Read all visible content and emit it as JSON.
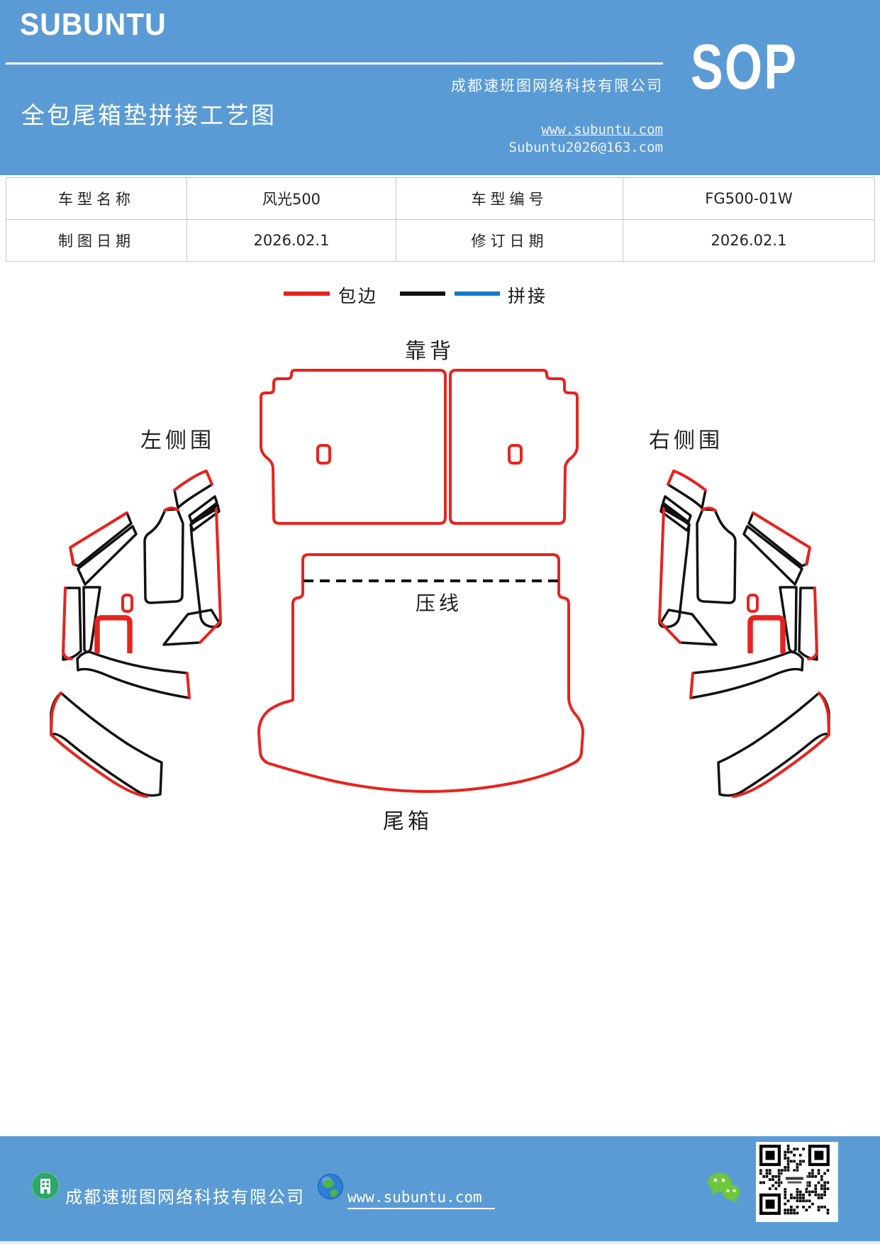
{
  "header": {
    "logo": "SUBUNTU",
    "title": "全包尾箱垫拼接工艺图",
    "company": "成都速班图网络科技有限公司",
    "website": "www.subuntu.com",
    "email": "Subuntu2026@163.com",
    "badge": "SOP"
  },
  "info_table": {
    "rows": [
      [
        "车型名称",
        "风光500",
        "车型编号",
        "FG500-01W"
      ],
      [
        "制图日期",
        "2026.02.1",
        "修订日期",
        "2026.02.1"
      ]
    ]
  },
  "legend": {
    "items": [
      {
        "label": "包边",
        "colors": [
          "#e8231e"
        ]
      },
      {
        "label": "拼接",
        "colors": [
          "#111111",
          "#1679c8"
        ]
      }
    ]
  },
  "diagram": {
    "labels": {
      "backrest": "靠背",
      "left_side": "左侧围",
      "right_side": "右侧围",
      "press_line": "压线",
      "trunk": "尾箱"
    },
    "line_colors": {
      "edge_wrap": "#e8231e",
      "stitch_black": "#111111",
      "stitch_blue": "#1679c8"
    }
  },
  "footer": {
    "company": "成都速班图网络科技有限公司",
    "website": "www.subuntu.com",
    "icons": [
      "building-icon",
      "globe-icon",
      "wechat-icon",
      "qr-code"
    ]
  },
  "colors": {
    "brand_blue": "#5b9bd5",
    "table_border": "#c8c8c8",
    "icon_green": "#2ea56a",
    "wechat_green": "#6bc839"
  }
}
